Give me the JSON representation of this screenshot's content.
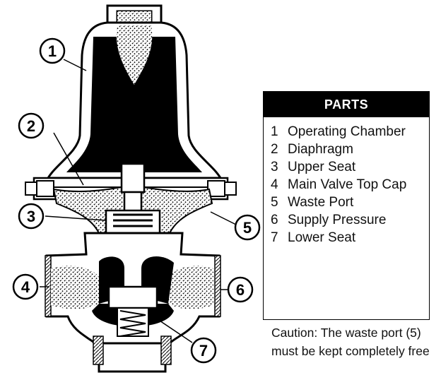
{
  "callouts": [
    "1",
    "2",
    "3",
    "4",
    "5",
    "6",
    "7"
  ],
  "parts_table": {
    "header": "PARTS",
    "items": [
      {
        "num": "1",
        "label": "Operating Chamber"
      },
      {
        "num": "2",
        "label": "Diaphragm"
      },
      {
        "num": "3",
        "label": "Upper Seat"
      },
      {
        "num": "4",
        "label": "Main Valve Top Cap"
      },
      {
        "num": "5",
        "label": "Waste Port"
      },
      {
        "num": "6",
        "label": "Supply Pressure"
      },
      {
        "num": "7",
        "label": "Lower Seat"
      }
    ]
  },
  "caution": {
    "text": "Caution: The waste port (5) must be kept completely free"
  },
  "colors": {
    "ink": "#000000",
    "paper": "#ffffff",
    "header_bg": "#000000",
    "header_text": "#ffffff"
  }
}
